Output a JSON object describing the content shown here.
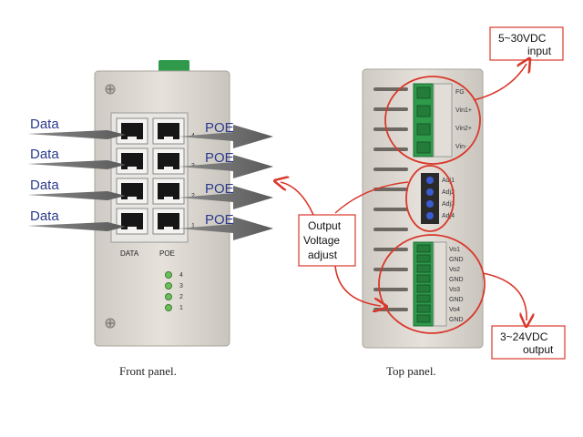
{
  "front_panel": {
    "caption": "Front panel.",
    "data_labels": [
      "Data",
      "Data",
      "Data",
      "Data"
    ],
    "poe_labels": [
      "POE",
      "POE",
      "POE",
      "POE"
    ],
    "port_numbers": [
      "4",
      "3",
      "2",
      "1"
    ],
    "column_labels": {
      "data": "DATA",
      "poe": "POE"
    },
    "led_labels": [
      "4",
      "3",
      "2",
      "1"
    ]
  },
  "top_panel": {
    "caption": "Top panel.",
    "input_terminals": [
      "FG",
      "Vin1+",
      "Vin2+",
      "Vin-"
    ],
    "adjust_labels": [
      "Adj1",
      "Adj2",
      "Adj3",
      "Adj4"
    ],
    "output_terminals": [
      "Vo1",
      "GND",
      "Vo2",
      "GND",
      "Vo3",
      "GND",
      "Vo4",
      "GND"
    ]
  },
  "callouts": {
    "input_line1": "5~30VDC",
    "input_line2": "input",
    "adjust_line1": "Output",
    "adjust_line2": "Voltage",
    "adjust_line3": "adjust",
    "output_line1": "3~24VDC",
    "output_line2": "output"
  },
  "colors": {
    "accent_red": "#d9382b",
    "label_blue": "#2b3a8c",
    "terminal_green": "#2e9a4a"
  }
}
